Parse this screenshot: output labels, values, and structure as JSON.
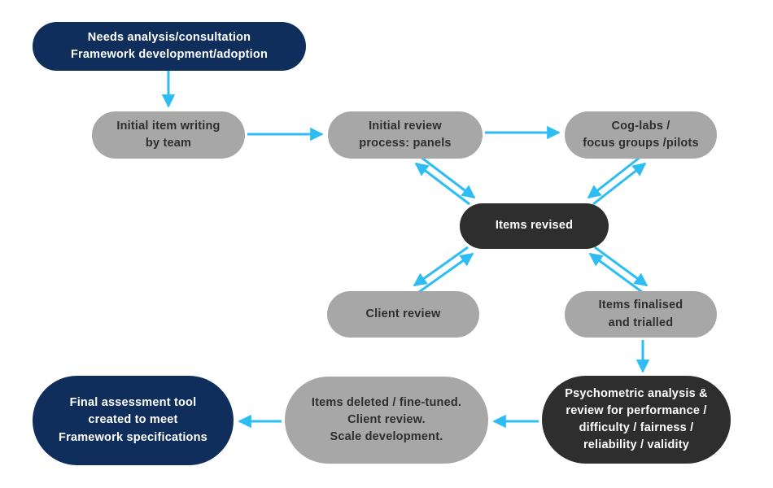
{
  "diagram": {
    "title": "Assessment development process flowchart",
    "colors": {
      "navy": "#0f2e5c",
      "gray": "#a7a7a7",
      "charcoal": "#2e2e2e",
      "arrow": "#2ebdf2",
      "text_light": "#ffffff",
      "text_dark": "#2e2e2e",
      "background": "#ffffff"
    },
    "nodes": {
      "needs_analysis": {
        "label": "Needs analysis/consultation\nFramework development/adoption"
      },
      "initial_item_writing": {
        "label": "Initial item writing\nby team"
      },
      "initial_review": {
        "label": "Initial review\nprocess: panels"
      },
      "cog_labs": {
        "label": "Cog-labs /\nfocus groups /pilots"
      },
      "items_revised": {
        "label": "Items revised"
      },
      "client_review": {
        "label": "Client review"
      },
      "items_finalised": {
        "label": "Items finalised\nand trialled"
      },
      "psychometric": {
        "label": "Psychometric analysis &\nreview for performance /\ndifficulty / fairness /\nreliability / validity"
      },
      "items_deleted": {
        "label": "Items deleted / fine-tuned.\nClient review.\nScale development."
      },
      "final_tool": {
        "label": "Final assessment tool\ncreated to meet\nFramework specifications"
      }
    },
    "edges": [
      {
        "from": "needs_analysis",
        "to": "initial_item_writing",
        "type": "single"
      },
      {
        "from": "initial_item_writing",
        "to": "initial_review",
        "type": "single"
      },
      {
        "from": "initial_review",
        "to": "cog_labs",
        "type": "single"
      },
      {
        "from": "initial_review",
        "to": "items_revised",
        "type": "double"
      },
      {
        "from": "cog_labs",
        "to": "items_revised",
        "type": "double"
      },
      {
        "from": "items_revised",
        "to": "client_review",
        "type": "double"
      },
      {
        "from": "items_revised",
        "to": "items_finalised",
        "type": "double"
      },
      {
        "from": "items_finalised",
        "to": "psychometric",
        "type": "single"
      },
      {
        "from": "psychometric",
        "to": "items_deleted",
        "type": "single"
      },
      {
        "from": "items_deleted",
        "to": "final_tool",
        "type": "single"
      }
    ]
  }
}
